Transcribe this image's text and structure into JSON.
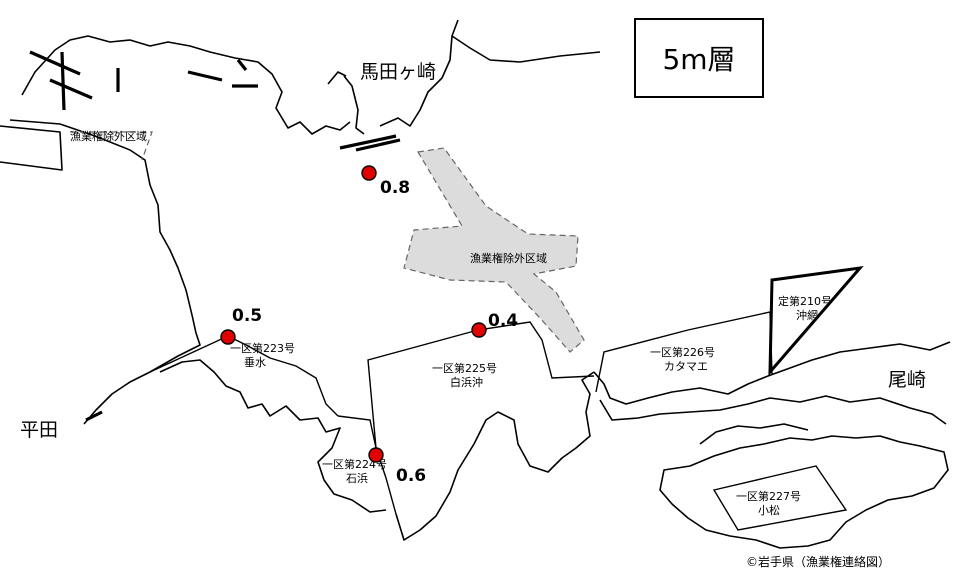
{
  "layer_label": "5m層",
  "places": {
    "umadagasaki": "馬田ヶ崎",
    "heita": "平田",
    "ozaki": "尾崎"
  },
  "exclusion_zones": {
    "north_left": "漁業権除外区域",
    "center": "漁業権除外区域"
  },
  "fishery_zones": {
    "z223": {
      "line1": "一区第223号",
      "line2": "垂水"
    },
    "z224": {
      "line1": "一区第224号",
      "line2": "石浜"
    },
    "z225": {
      "line1": "一区第225号",
      "line2": "白浜沖"
    },
    "z226": {
      "line1": "一区第226号",
      "line2": "カタマエ"
    },
    "z210": {
      "line1": "定第210号",
      "line2": "沖網"
    },
    "z227": {
      "line1": "一区第227号",
      "line2": "小松"
    }
  },
  "stations": [
    {
      "id": "umadagasaki_cove",
      "value": "0.8"
    },
    {
      "id": "tarumizu",
      "value": "0.5"
    },
    {
      "id": "shirahama_oki",
      "value": "0.4"
    },
    {
      "id": "ishihama",
      "value": "0.6"
    }
  ],
  "credit": "©岩手県（漁業権連絡図）",
  "colors": {
    "station_marker": "#e00000",
    "exclusion_fill": "#dcdcdc",
    "coastline": "#000000"
  }
}
